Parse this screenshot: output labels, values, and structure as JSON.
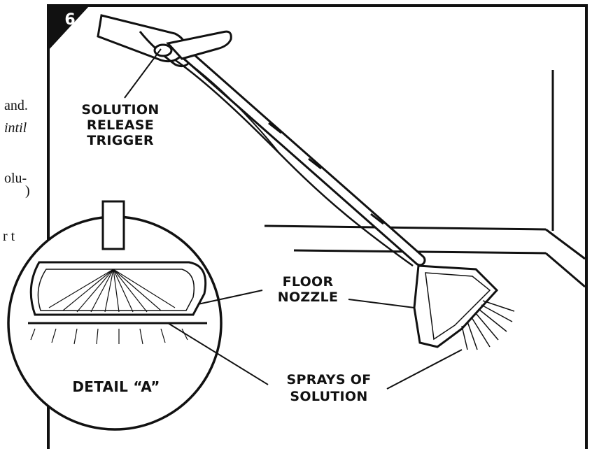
{
  "step_number": "6",
  "side_text": {
    "line1": "and.",
    "line2": "intil",
    "line3": "olu-",
    "line4": ")",
    "line5": "r t"
  },
  "labels": {
    "trigger_line1": "SOLUTION",
    "trigger_line2": "RELEASE",
    "trigger_line3": "TRIGGER",
    "nozzle_line1": "FLOOR",
    "nozzle_line2": "NOZZLE",
    "sprays_line1": "SPRAYS OF",
    "sprays_line2": "SOLUTION",
    "detail": "DETAIL “A”"
  }
}
